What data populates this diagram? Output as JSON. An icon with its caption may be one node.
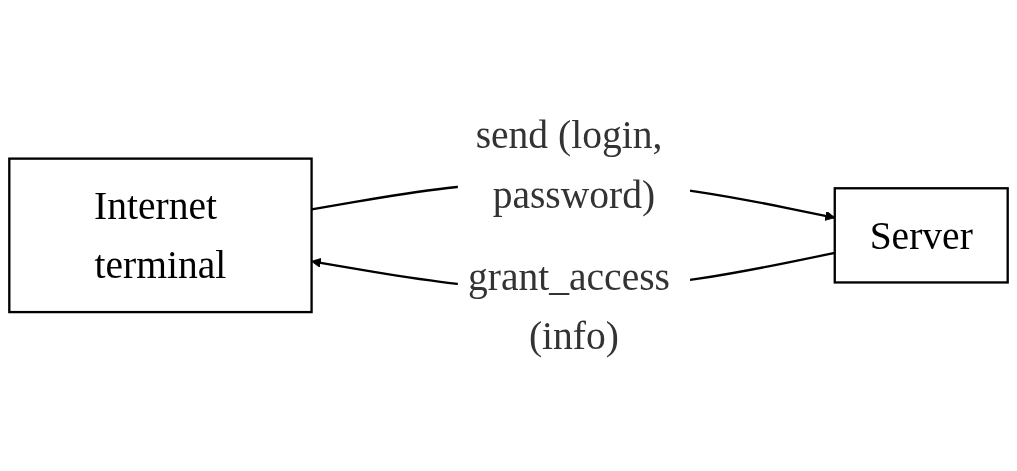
{
  "diagram": {
    "nodes": [
      {
        "text": [
          "Internet terminal"
        ]
      },
      {
        "text": [
          "Server"
        ]
      }
    ],
    "edges": [
      {
        "from": 0,
        "to": 1,
        "arrow": "to",
        "label": "send (login, password)"
      },
      {
        "from": 1,
        "to": 0,
        "arrow": "to",
        "label": "grant_access (info)"
      }
    ]
  }
}
